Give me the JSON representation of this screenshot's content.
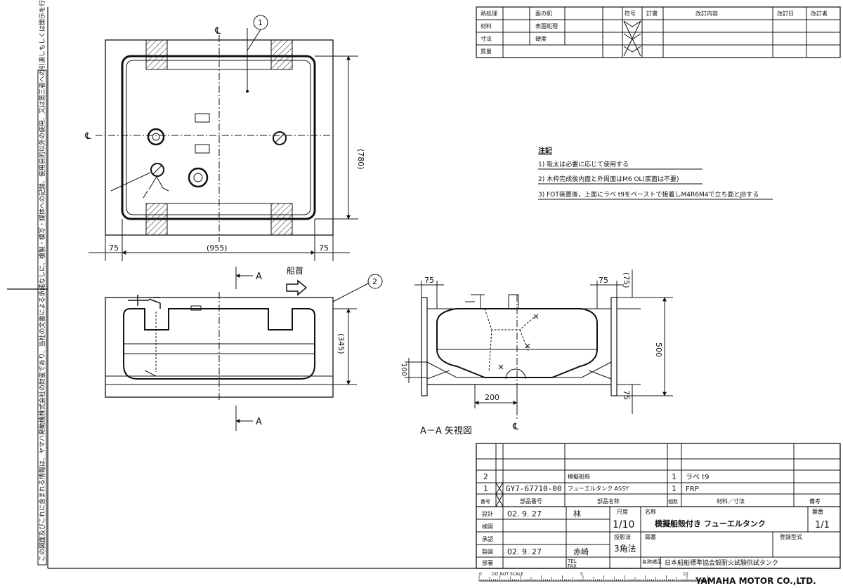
{
  "revision_table": {
    "row_labels": [
      "熱処理",
      "材料",
      "寸法",
      "質量"
    ],
    "col2_labels": [
      "面の肌",
      "表面処理",
      "硬度"
    ],
    "headers": {
      "symbol": "符号",
      "order": "訂書",
      "content": "改訂内容",
      "date": "改訂日",
      "reviser": "改訂者"
    }
  },
  "balloons": {
    "part1": "1",
    "part2": "2"
  },
  "centerline_symbol": "℄",
  "dimensions": {
    "top_width": "(955)",
    "top_side_left": "75",
    "top_side_right": "75",
    "top_height": "(780)",
    "side_height": "(345)",
    "sec_top_left": "75",
    "sec_top_right": "75",
    "sec_top_vert": "(75)",
    "sec_height": "500",
    "sec_bottom": "75",
    "sec_base": "200",
    "sec_left": "100"
  },
  "section_marks": {
    "top": "A",
    "bottom": "A",
    "bow": "船首"
  },
  "section_title": "A－A  矢視図",
  "notes": {
    "title": "注記",
    "items": [
      "1)  吸太は必要に応じて使用する",
      "2)  木枠完成後内面と外周面はM6 OL(底面は不要)",
      "3)  FOT装置後，上面にラベ  t9をペーストで接着しM4R6M4で立ち面とJBする"
    ]
  },
  "parts_table": {
    "rows": [
      {
        "no": "2",
        "code": "",
        "name": "模擬船殻",
        "qty": "1",
        "material": "ラベ  t9"
      },
      {
        "no": "1",
        "code": "GY7-67710-00",
        "name": "フューエルタンク ASSY",
        "qty": "1",
        "material": "FRP"
      }
    ],
    "headers": {
      "no": "番号",
      "code": "部品番号",
      "name": "部品名称",
      "qty": "個数",
      "material": "材料／寸法",
      "remark": "備考"
    }
  },
  "title_block": {
    "labels": {
      "design": "設計",
      "check": "検図",
      "approve": "承認",
      "draw": "製図",
      "dept": "部署",
      "scale": "尺度",
      "projection": "投影法",
      "name": "名称",
      "drawing_no": "図番",
      "register": "登録型式",
      "sheet": "葉番",
      "tel": "TEL",
      "fax": "FAX",
      "name_rule": "名称補足"
    },
    "design_date": "02. 9. 27",
    "design_sign": "林",
    "draw_date": "02. 9. 27",
    "draw_sign": "赤崎",
    "scale_value": "1/10",
    "projection_value": "3角法",
    "title": "模擬船殻付き  フューエルタンク",
    "sheet": "1/1",
    "subtitle": "日本船舶標準協会殻耐火試験供試タンク"
  },
  "scale_bar": {
    "label": "DO NOT SCALE",
    "zero": "0",
    "five": "5",
    "ten": "10"
  },
  "footer_brand": "YAMAHA MOTOR CO.,LTD.",
  "left_margin_note": "この図面及びこれに含まれる情報は、ヤマハ発動機株式会社の財産であり、当社の文書による承諾なしに、複製・模写・媒体への記録、使用目的以外の使用、又は第三者への引渡しもしくは開示を行ってはならない。"
}
